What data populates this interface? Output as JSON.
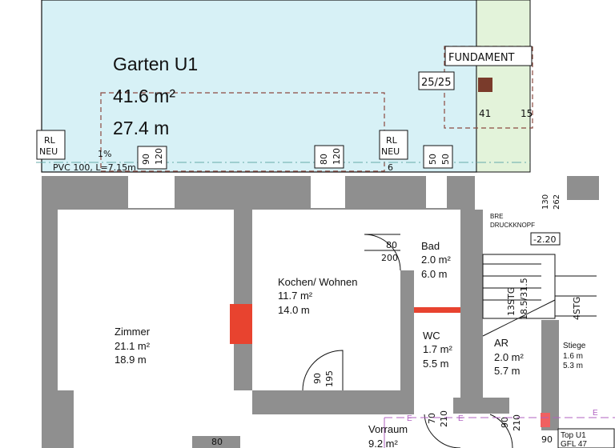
{
  "colors": {
    "garden": "#d7f1f6",
    "green_area": "#e3f3da",
    "wall": "#8f8f8f",
    "highlight": "#e8432f",
    "dash": "#8b4a40",
    "electric": "#b060c0"
  },
  "garden": {
    "name": "Garten U1",
    "area": "41.6 m²",
    "perimeter": "27.4 m"
  },
  "labels": {
    "fundament": "FUNDAMENT",
    "post": "25/25",
    "dim_41": "41",
    "dim_15": "15",
    "rl_neu": [
      "RL",
      "NEU"
    ],
    "slope": "1%",
    "pipe": "PVC 100, L=7.15m",
    "drain_6": "6",
    "win1": [
      "90",
      "120"
    ],
    "win2": [
      "80",
      "120"
    ],
    "win3": [
      "50",
      "50"
    ],
    "dim_130": "130",
    "dim_262": "262",
    "bre": "BRE",
    "druckknopf": "DRUCKKNOPF",
    "level": "-2.20",
    "stair1": "13STG",
    "stair1b": "18.5/31.5",
    "stair2": "4STG",
    "door_bad": [
      "80",
      "200"
    ],
    "door_kochen": [
      "90",
      "195"
    ],
    "door_wc": [
      "70",
      "210"
    ],
    "door_ar": [
      "90",
      "210"
    ],
    "door_zimmer": "80",
    "door_bottom": "90",
    "electric": "E",
    "top": [
      "Top U1",
      "GFL 47"
    ]
  },
  "rooms": [
    {
      "name": "Zimmer",
      "area": "21.1 m²",
      "perimeter": "18.9 m"
    },
    {
      "name": "Kochen/ Wohnen",
      "area": "11.7 m²",
      "perimeter": "14.0 m"
    },
    {
      "name": "Bad",
      "area": "2.0 m²",
      "perimeter": "6.0 m"
    },
    {
      "name": "WC",
      "area": "1.7 m²",
      "perimeter": "5.5 m"
    },
    {
      "name": "AR",
      "area": "2.0 m²",
      "perimeter": "5.7 m"
    },
    {
      "name": "Stiege",
      "area": "1.6 m",
      "perimeter": "5.3 m"
    },
    {
      "name": "Vorraum",
      "area": "9.2 m²"
    }
  ]
}
